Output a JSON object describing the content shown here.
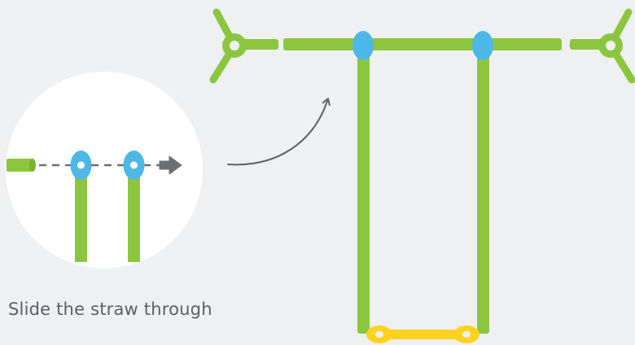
{
  "instruction": {
    "caption": "Slide the straw through"
  },
  "colors": {
    "background": "#eff0f2",
    "straw": "#8cc63f",
    "connector_ring": "#4db8e8",
    "seat": "#ffd21f",
    "arrow": "#6d6e71",
    "inset_circle": "#ffffff"
  },
  "parts": {
    "straws": "green straws",
    "rings": "blue connector rings",
    "seat": "yellow seat",
    "joints": "green three-way connectors"
  }
}
